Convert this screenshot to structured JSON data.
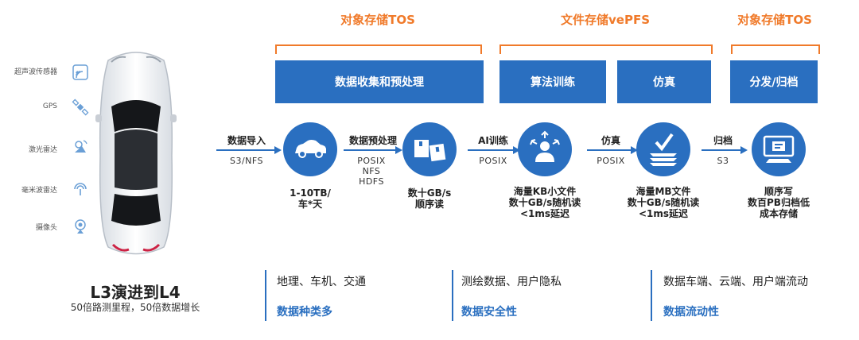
{
  "sensors": [
    {
      "label": "超声波传感器",
      "icon": "ultrasonic-sensor-icon"
    },
    {
      "label": "GPS",
      "icon": "satellite-icon"
    },
    {
      "label": "激光雷达",
      "icon": "lidar-icon"
    },
    {
      "label": "毫米波雷达",
      "icon": "radar-icon"
    },
    {
      "label": "摄像头",
      "icon": "camera-icon"
    }
  ],
  "top_titles": [
    "对象存储TOS",
    "文件存储vePFS",
    "对象存储TOS"
  ],
  "phases": [
    "数据收集和预处理",
    "算法训练",
    "仿真",
    "分发/归档"
  ],
  "arrows": [
    {
      "label": "数据导入",
      "proto": "S3/NFS"
    },
    {
      "label": "数据预处理",
      "proto": "POSIX\nNFS\nHDFS"
    },
    {
      "label": "AI训练",
      "proto": "POSIX"
    },
    {
      "label": "仿真",
      "proto": "POSIX"
    },
    {
      "label": "归档",
      "proto": "S3"
    }
  ],
  "nodes": [
    {
      "icon": "car-icon",
      "caption": "1-10TB/\n车*天"
    },
    {
      "icon": "boxes-icon",
      "caption": "数十GB/s\n顺序读"
    },
    {
      "icon": "ai-person-icon",
      "caption": "海量KB小文件\n数十GB/s随机读\n<1ms延迟"
    },
    {
      "icon": "layers-check-icon",
      "caption": "海量MB文件\n数十GB/s随机读\n<1ms延迟"
    },
    {
      "icon": "monitor-icon",
      "caption": "顺序写\n数百PB归档低\n成本存储"
    }
  ],
  "evolution": {
    "title": "L3演进到L4",
    "subtitle": "50倍路测里程，50倍数据增长"
  },
  "features": [
    {
      "text": "地理、车机、交通",
      "label": "数据种类多"
    },
    {
      "text": "测绘数据、用户隐私",
      "label": "数据安全性"
    },
    {
      "text": "数据车端、云端、用户端流动",
      "label": "数据流动性"
    }
  ],
  "colors": {
    "accent": "#2a6fc0",
    "orange": "#f07a2a"
  }
}
